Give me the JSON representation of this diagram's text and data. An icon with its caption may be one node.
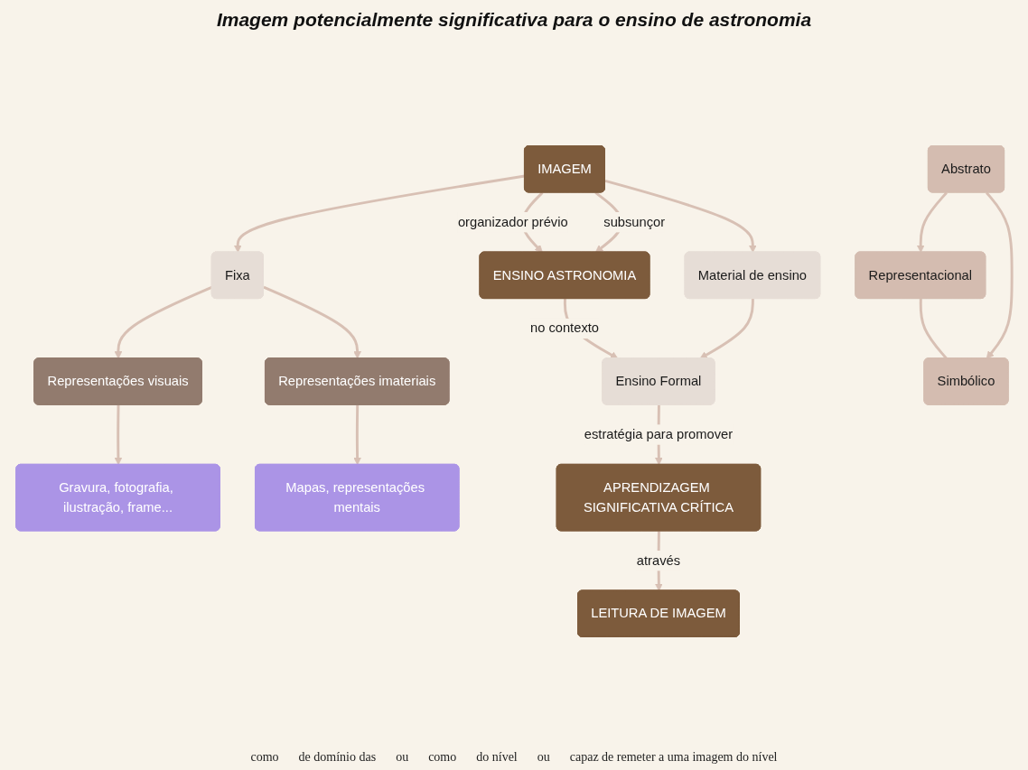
{
  "diagram": {
    "title": "Imagem potencialmente significativa para o ensino de astronomia",
    "nodes": [
      {
        "text": [
          "IMAGEM"
        ]
      },
      {
        "text": [
          "ENSINO ASTRONOMIA"
        ]
      },
      {
        "text": [
          "Fixa"
        ]
      },
      {
        "text": [
          "Material de ensino"
        ]
      },
      {
        "text": [
          "Ensino Formal"
        ]
      },
      {
        "text": [
          "Representações visuais"
        ]
      },
      {
        "text": [
          "Representações imateriais"
        ]
      },
      {
        "text": [
          "Gravura, fotografia, ilustração, frame..."
        ]
      },
      {
        "text": [
          "Mapas, representações mentais"
        ]
      },
      {
        "text": [
          "LEITURA DE IMAGEM"
        ]
      },
      {
        "text": [
          "APRENDIZAGEM SIGNIFICATIVA CRÍTICA"
        ]
      },
      {
        "text": [
          "Representacional"
        ]
      },
      {
        "text": [
          "Abstrato"
        ]
      },
      {
        "text": [
          "Simbólico"
        ]
      }
    ],
    "edges": [
      {
        "from": 0,
        "to": 1,
        "arrow": "to",
        "label": "organizador prévio"
      },
      {
        "from": 0,
        "to": 1,
        "arrow": "to",
        "label": "subsunçor"
      },
      {
        "from": 0,
        "to": 2,
        "arrow": "to"
      },
      {
        "from": 0,
        "to": 3,
        "arrow": "to"
      },
      {
        "from": 1,
        "to": 4,
        "arrow": "to",
        "label": "no contexto"
      },
      {
        "from": 3,
        "to": 4,
        "arrow": "to"
      },
      {
        "from": 2,
        "to": 5,
        "arrow": "to"
      },
      {
        "from": 2,
        "to": 6,
        "arrow": "to"
      },
      {
        "from": 5,
        "to": 7,
        "arrow": "to"
      },
      {
        "from": 6,
        "to": 8,
        "arrow": "to"
      },
      {
        "from": 4,
        "to": 10,
        "arrow": "to",
        "label": "estratégia para promover"
      },
      {
        "from": 10,
        "to": 9,
        "arrow": "to",
        "label": "através"
      },
      {
        "from": 11,
        "to": 13,
        "arrow": "none"
      },
      {
        "from": 12,
        "to": 11,
        "arrow": "to"
      },
      {
        "from": 12,
        "to": 13,
        "arrow": "to"
      }
    ],
    "labels": [
      "como",
      "de domínio das",
      "ou",
      "como",
      "do nível",
      "ou",
      "capaz de remeter a uma imagem do nível"
    ]
  }
}
